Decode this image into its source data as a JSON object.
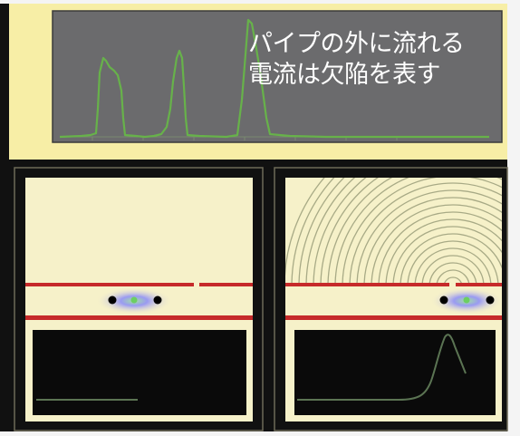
{
  "caption": {
    "line1": "パイプの外に流れる",
    "line2": "電流は欠陥を表す"
  },
  "colors": {
    "panel_background": "#f7eea6",
    "frame": "#111111",
    "display_screen": "#6b6b6d",
    "signal_trace": "#67b24a",
    "pipe_wall": "#c62a2a",
    "cell_background": "#f6f1c9",
    "ring_lines": "#a8aa86",
    "probe_glow": "#8e8ef2",
    "probe_dots": "#000000",
    "scope_screen": "#0a0a0a",
    "scope_trace": "#5b7453"
  },
  "scenes": [
    {
      "id": "intact-section",
      "rings": false,
      "scope_peak": false
    },
    {
      "id": "defect-section",
      "rings": true,
      "scope_peak": true
    }
  ]
}
